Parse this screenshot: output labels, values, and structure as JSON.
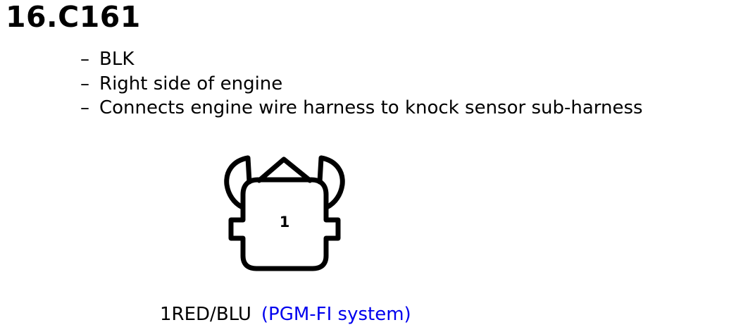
{
  "connector": {
    "title": "16.C161",
    "details": [
      "BLK",
      "Right side of engine",
      "Connects engine wire harness to knock sensor sub-harness"
    ],
    "pin_number": "1"
  },
  "wiring": {
    "pin_wire": "1RED/BLU",
    "system_link": "(PGM-FI system)",
    "link_color": "#0000ee"
  }
}
